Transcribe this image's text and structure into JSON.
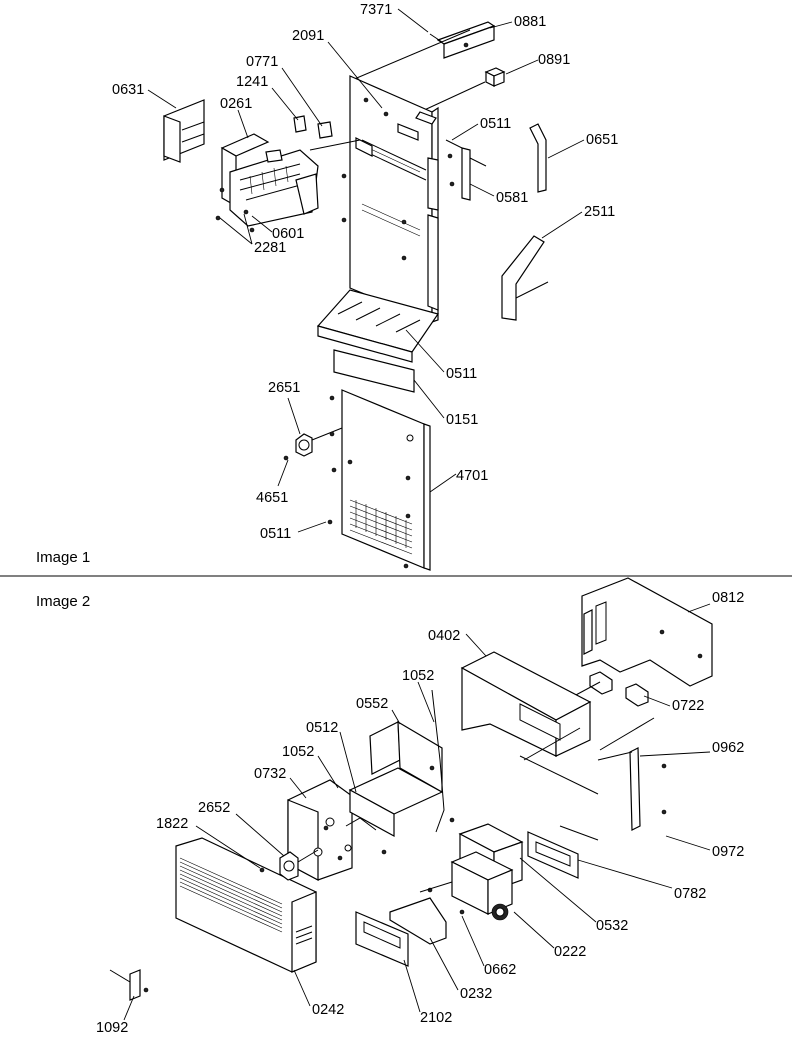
{
  "image1": {
    "caption": "Image 1",
    "callouts": [
      "7371",
      "0881",
      "2091",
      "0891",
      "0771",
      "1241",
      "0631",
      "0261",
      "0511",
      "0651",
      "0581",
      "0601",
      "2281",
      "2511",
      "0511",
      "0151",
      "2651",
      "4651",
      "4701",
      "0511"
    ]
  },
  "image2": {
    "caption": "Image 2",
    "callouts": [
      "0812",
      "0402",
      "0722",
      "1052",
      "0552",
      "0512",
      "1052",
      "0732",
      "2652",
      "1822",
      "0962",
      "0972",
      "0782",
      "0532",
      "0222",
      "0662",
      "0232",
      "2102",
      "0242",
      "1092"
    ]
  }
}
